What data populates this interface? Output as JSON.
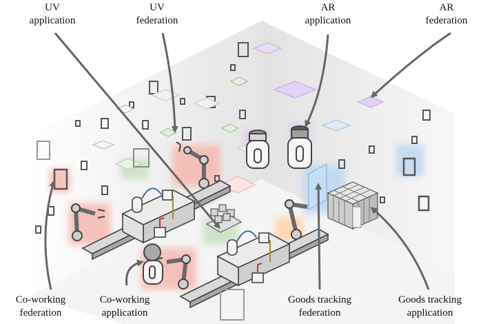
{
  "labels": {
    "uv_application": [
      "UV",
      "application"
    ],
    "uv_federation": [
      "UV",
      "federation"
    ],
    "ar_application": [
      "AR",
      "application"
    ],
    "ar_federation": [
      "AR",
      "federation"
    ],
    "coworking_federation": [
      "Co-working",
      "federation"
    ],
    "coworking_application": [
      "Co-working",
      "application"
    ],
    "goods_tracking_federation": [
      "Goods tracking",
      "federation"
    ],
    "goods_tracking_application": [
      "Goods tracking",
      "application"
    ]
  },
  "colors": {
    "uv": "#c9e0c2",
    "ar": "#d9c3ef",
    "coworking": "#f6b8b0",
    "goods_tracking": "#bcd7f2",
    "wall": "#e6e6e6",
    "arrow": "#666666"
  }
}
